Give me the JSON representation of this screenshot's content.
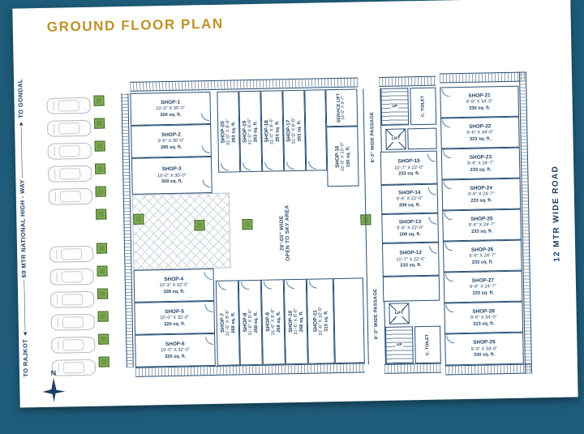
{
  "title": "GROUND FLOOR PLAN",
  "roads": {
    "left": "TO RAJKOT ◄─────────── 60 MTR NATIONAL HIGH - WAY ───────────► TO GONDAL",
    "right": "12 MTR WIDE ROAD"
  },
  "compass": {
    "north": "N"
  },
  "areas": {
    "open_sky_line1": "26'-00\" WIDE",
    "open_sky_line2": "OPEN TO SKY AREA",
    "passage_top": "8'-3\" WIDE PASSAGE",
    "passage_bottom": "8'-3\" WIDE PASSAGE",
    "service_lift_name": "SERVICE LIFT",
    "service_lift_dim": "16'-0\" X 9'-7\"",
    "lift_top": "LIFT",
    "lift_bottom": "LIFT",
    "stairs_top": "UP",
    "stairs_bottom": "UP",
    "toilet_top": "C. TOILET",
    "toilet_bottom": "C. TOILET"
  },
  "shops_left_top": [
    {
      "name": "SHOP-1",
      "dim": "10'-0\" X 30'-0\"",
      "area": "300 sq. ft."
    },
    {
      "name": "SHOP-2",
      "dim": "9'-6\" X 30'-0\"",
      "area": "285 sq. ft."
    },
    {
      "name": "SHOP-3",
      "dim": "10'-0\" X 30'-0\"",
      "area": "300 sq. ft."
    }
  ],
  "shops_left_bottom": [
    {
      "name": "SHOP-4",
      "dim": "10'-3\" X 32'-0\"",
      "area": "328 sq. ft."
    },
    {
      "name": "SHOP-5",
      "dim": "10'-0\" X 32'-0\"",
      "area": "320 sq. ft."
    },
    {
      "name": "SHOP-6",
      "dim": "10'-0\" X 32'-0\"",
      "area": "320 sq. ft."
    }
  ],
  "shops_mid_top": [
    {
      "name": "SHOP-20",
      "dim": "31'-0\" X 8'-6\"",
      "area": "263 sq. ft."
    },
    {
      "name": "SHOP-19",
      "dim": "31'-0\" X 8'-6\"",
      "area": "263 sq. ft."
    },
    {
      "name": "SHOP-18",
      "dim": "31'-0\" X 8'-6\"",
      "area": "263 sq. ft."
    },
    {
      "name": "SHOP-17",
      "dim": "31'-0\" X 8'-6\"",
      "area": "263 sq. ft."
    }
  ],
  "shop_16": {
    "name": "SHOP-16",
    "dim": "15'-0\" X 10'-0\"",
    "area": "150 sq. ft."
  },
  "shops_mid_bottom": [
    {
      "name": "SHOP-7",
      "dim": "31'-6\" X 8'-6\"",
      "area": "268 sq. ft."
    },
    {
      "name": "SHOP-8",
      "dim": "31'-6\" X 8'-6\"",
      "area": "268 sq. ft."
    },
    {
      "name": "SHOP-9",
      "dim": "31'-6\" X 8'-6\"",
      "area": "268 sq. ft."
    },
    {
      "name": "SHOP-10",
      "dim": "31'-6\" X 8'-6\"",
      "area": "268 sq. ft."
    },
    {
      "name": "SHOP-11",
      "dim": "31'-6\" X 10'-0\"",
      "area": "315 sq. ft."
    }
  ],
  "shops_core": [
    {
      "name": "SHOP-15",
      "dim": "10'-7\" X 22'-0\"",
      "area": "233 sq. ft."
    },
    {
      "name": "SHOP-14",
      "dim": "9'-6\" X 22'-0\"",
      "area": "209 sq. ft."
    },
    {
      "name": "SHOP-13",
      "dim": "9'-6\" X 22'-0\"",
      "area": "209 sq. ft."
    },
    {
      "name": "SHOP-12",
      "dim": "10'-7\" X 22'-0\"",
      "area": "233 sq. ft."
    }
  ],
  "shops_right": [
    {
      "name": "SHOP-21",
      "dim": "9'-9\" X 34'-0\"",
      "area": "330 sq. ft."
    },
    {
      "name": "SHOP-22",
      "dim": "9'-6\" X 34'-0\"",
      "area": "323 sq. ft."
    },
    {
      "name": "SHOP-23",
      "dim": "9'-6\" X 24'-7\"",
      "area": "233 sq. ft."
    },
    {
      "name": "SHOP-24",
      "dim": "9'-6\" X 24'-7\"",
      "area": "233 sq. ft."
    },
    {
      "name": "SHOP-25",
      "dim": "9'-6\" X 24'-7\"",
      "area": "233 sq. ft."
    },
    {
      "name": "SHOP-26",
      "dim": "9'-6\" X 24'-7\"",
      "area": "233 sq. ft."
    },
    {
      "name": "SHOP-27",
      "dim": "9'-6\" X 24'-7\"",
      "area": "233 sq. ft."
    },
    {
      "name": "SHOP-28",
      "dim": "9'-6\" X 34'-0\"",
      "area": "323 sq. ft."
    },
    {
      "name": "SHOP-29",
      "dim": "9'-9\" X 34'-0\"",
      "area": "330 sq. ft."
    }
  ]
}
